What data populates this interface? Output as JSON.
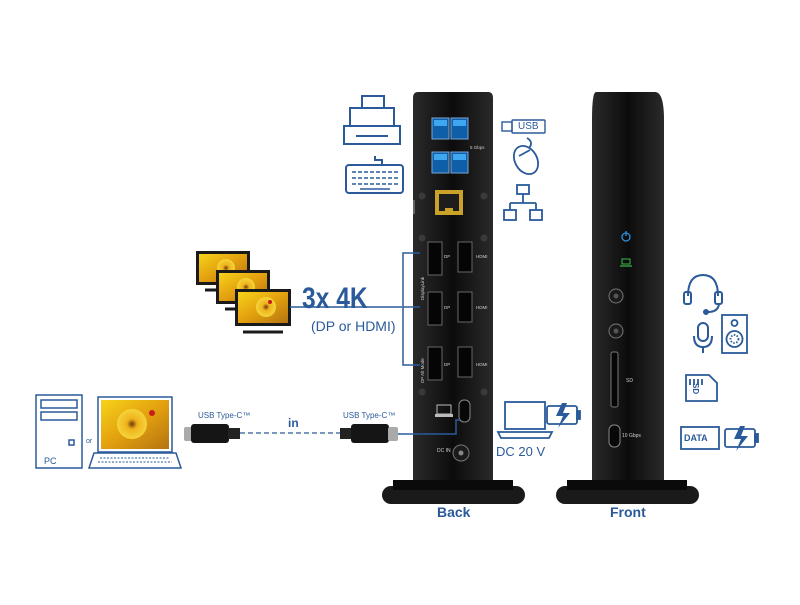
{
  "labels": {
    "resolution": "3x 4K",
    "resolution_sub": "(DP or HDMI)",
    "usb_label": "USB",
    "usb_type_c_left": "USB Type-C™",
    "usb_type_c_right": "USB Type-C™",
    "in_label": "in",
    "or_label": "or",
    "pc_label": "PC",
    "dc_label": "DC 20 V",
    "back_label": "Back",
    "front_label": "Front",
    "data_label": "DATA",
    "sd_label": "SD",
    "gbps_label": "10 Gbps",
    "dc_in_label": "DC IN",
    "port_dp_1": "DP",
    "port_hdmi_1": "HDMI",
    "port_dp_2": "DP",
    "port_hdmi_2": "HDMI",
    "port_dp_3": "DP",
    "port_hdmi_3": "HDMI",
    "port_5gbps": "5 Gbps",
    "port_displaylink": "DisplayLink",
    "port_dpalt": "DP Alt Mode"
  },
  "colors": {
    "accent": "#2a5a9a",
    "device": "#111111",
    "usb_blue": "#2f8fd8"
  },
  "icons": [
    "printer-icon",
    "keyboard-icon",
    "usb-icon",
    "mouse-icon",
    "network-icon",
    "monitor-icon",
    "pc-tower-icon",
    "laptop-icon",
    "usb-c-cable-icon",
    "laptop-outline-icon",
    "battery-charging-icon",
    "headset-icon",
    "microphone-icon",
    "speaker-icon",
    "sd-card-icon",
    "data-icon",
    "power-led-icon",
    "laptop-led-icon"
  ]
}
